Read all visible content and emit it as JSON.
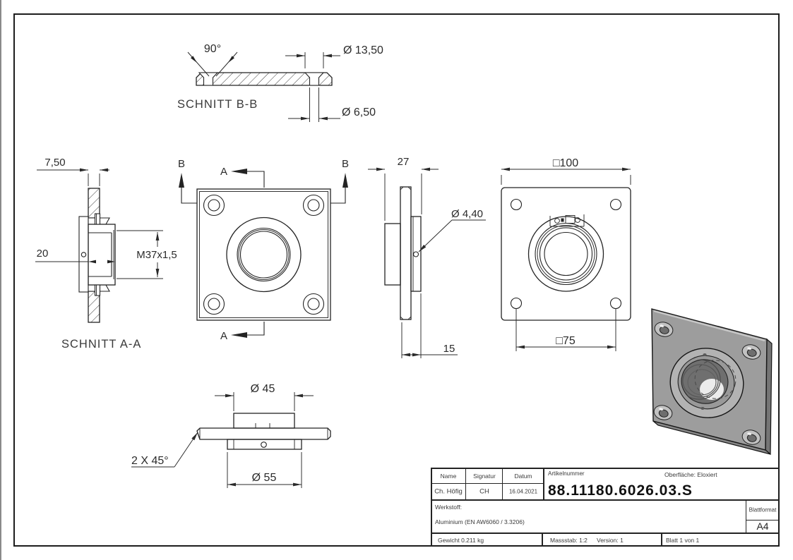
{
  "views": {
    "section_bb": {
      "label": "SCHNITT B-B",
      "dim_angle": "90°",
      "dim_csk": "Ø 13,50",
      "dim_hole": "Ø 6,50"
    },
    "section_aa": {
      "label": "SCHNITT A-A",
      "dim_plate": "7,50",
      "dim_depth": "20",
      "dim_thread": "M37x1,5"
    },
    "front": {
      "marker_a": "A",
      "marker_b": "B"
    },
    "side": {
      "dim_total": "27",
      "dim_hole": "Ø 4,40",
      "dim_boss": "15"
    },
    "back": {
      "dim_outer": "□100",
      "dim_pattern": "□75"
    },
    "bottom": {
      "dim_d45": "Ø 45",
      "dim_chamfer": "2 X 45°",
      "dim_d55": "Ø 55"
    }
  },
  "titleblock": {
    "col_name": "Name",
    "col_signatur": "Signatur",
    "col_datum": "Datum",
    "artikel_label": "Artikelnummer",
    "oberflaeche": "Oberfläche:  Eloxiert",
    "name": "Ch. Höfig",
    "signatur": "CH",
    "datum": "16.04.2021",
    "artikelnummer": "88.11180.6026.03.S",
    "werkstoff_label": "Werkstoff:",
    "werkstoff": "Aluminium (EN AW6060 / 3.3206)",
    "gewicht": "Gewicht 0.211 kg",
    "massstab": "Massstab: 1:2",
    "version": "Version: 1",
    "blatt": "Blatt 1 von 1",
    "blattformat_label": "Blattformat",
    "blattformat": "A4"
  },
  "colors": {
    "line": "#232323",
    "render_gray": "#9d9d9d"
  }
}
